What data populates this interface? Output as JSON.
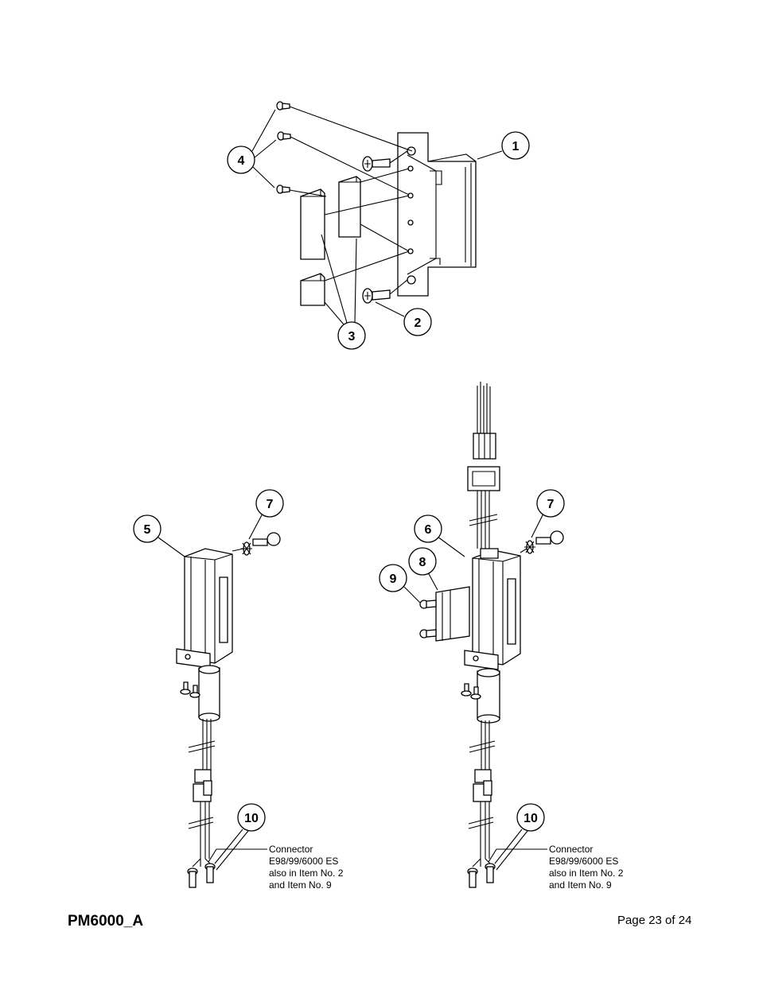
{
  "callouts": {
    "c1": "1",
    "c2": "2",
    "c3": "3",
    "c4": "4",
    "c5": "5",
    "c6": "6",
    "c7a": "7",
    "c7b": "7",
    "c8": "8",
    "c9": "9",
    "c10a": "10",
    "c10b": "10"
  },
  "connector_note_left": {
    "line1": "Connector",
    "line2": "E98/99/6000 ES",
    "line3": "also in Item No. 2",
    "line4": "and Item No. 9"
  },
  "connector_note_right": {
    "line1": "Connector",
    "line2": "E98/99/6000 ES",
    "line3": "also in Item No. 2",
    "line4": "and Item No. 9"
  },
  "footer": {
    "doc_id": "PM6000_A",
    "page": "Page 23 of 24"
  }
}
